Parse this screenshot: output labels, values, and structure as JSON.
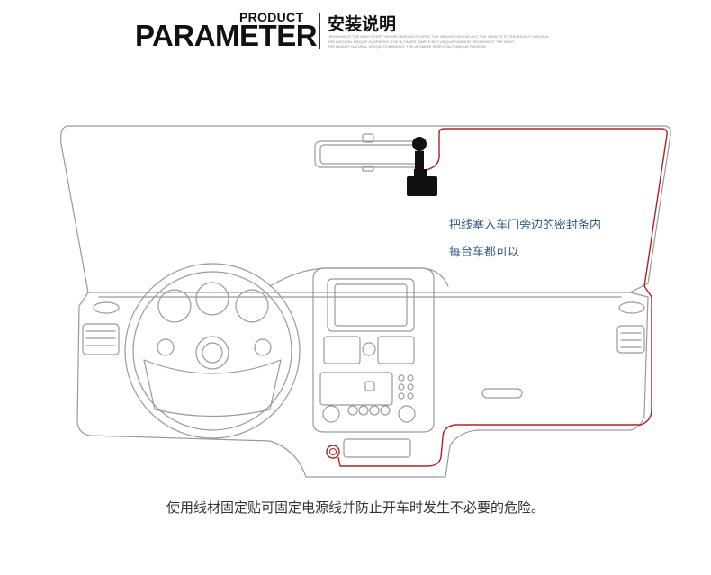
{
  "header": {
    "brand_small": "PRODUCT",
    "brand_big": "PARAMETER",
    "title": "安装说明",
    "fine_print": [
      "HROUGHOUT THE BODY EVERY WHERE NEED NOT EXPEC THE INNOVATION. DIG OUT THE WEALTH TO THE BEAUTY NATURAL",
      "ARE NATURAL UNIQUE CHARMONY. THE ULTIMATE SIMPLE BUT UNIQUE FASHION HROUGHOUT THE BODY",
      "THE BEAUTY NATURAL UNIQUE CHARMONY. THE ULTIMATE SIMPLE BUT UNIQUE FASHION"
    ]
  },
  "annotations": {
    "line1": "把线塞入车门旁边的密封条内",
    "line2": "每台车都可以"
  },
  "caption": "使用线材固定贴可固定电源线并防止开车时发生不必要的危险。",
  "colors": {
    "cable": "#b0202a",
    "line_art": "#9a9a9a",
    "camera": "#111111",
    "annotation_text": "#2d5a8a"
  }
}
